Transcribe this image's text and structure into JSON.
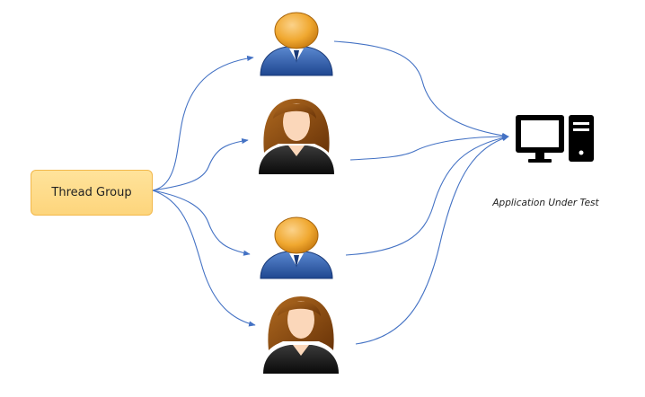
{
  "thread_group": {
    "label": "Thread Group"
  },
  "application": {
    "label": "Application Under Test",
    "icon": "desktop-computer-icon"
  },
  "users": [
    {
      "type": "male",
      "icon": "male-user-icon"
    },
    {
      "type": "female",
      "icon": "female-user-icon"
    },
    {
      "type": "male",
      "icon": "male-user-icon"
    },
    {
      "type": "female",
      "icon": "female-user-icon"
    }
  ],
  "colors": {
    "connector": "#4472c4",
    "box_fill": "#fdd57c",
    "box_border": "#f2b84b",
    "male_head": "#f0a830",
    "male_body": "#2a5aa8",
    "female_hair": "#8a4a12",
    "female_body": "#1a1a1a",
    "computer": "#000000"
  }
}
